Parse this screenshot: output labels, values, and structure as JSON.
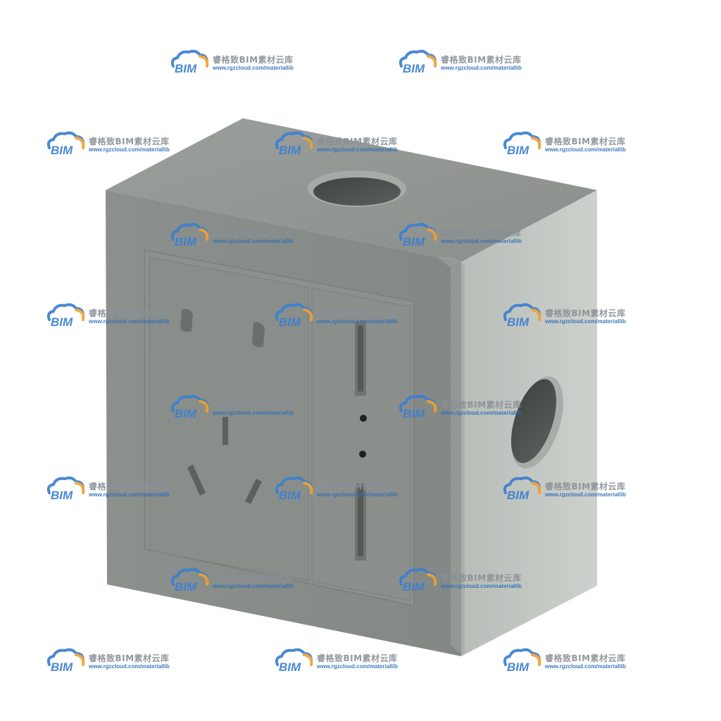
{
  "subject": {
    "description_visible_text": "",
    "colors": {
      "top_face": "#8f9491",
      "front_face": "#868b89",
      "side_face": "#c5c9c5",
      "plate": "#8a8f8d",
      "hole_dark": "#4e5250",
      "hole_rim": "#a9ada9"
    }
  },
  "watermark": {
    "logo_text": "BIM",
    "title": "睿格致BIM素材云库",
    "url": "www.rgzcloud.com/materiallib",
    "colors": {
      "logo_blue": "#3b7fd1",
      "logo_orange": "#f0a030",
      "text_gray": "#8a8f96"
    }
  }
}
